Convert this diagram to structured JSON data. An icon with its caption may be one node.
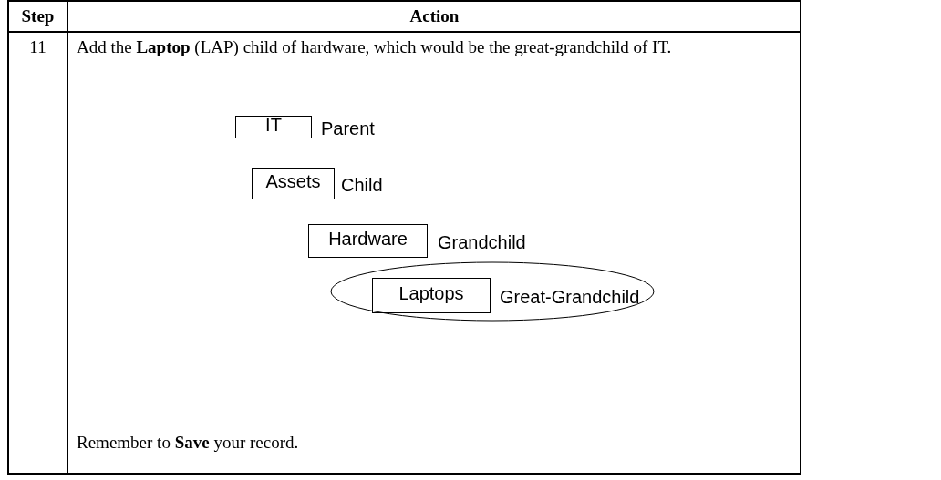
{
  "diagram": {
    "nodes": [
      {
        "text": [
          "IT"
        ],
        "beside": [
          "Parent"
        ]
      },
      {
        "text": [
          "Assets"
        ],
        "beside": [
          "Child"
        ]
      },
      {
        "text": [
          "Hardware"
        ],
        "beside": [
          "Grandchild"
        ]
      },
      {
        "text": [],
        "shape": "ellipse"
      },
      {
        "text": [
          "Laptops"
        ],
        "beside": [
          "Great-Grandchild"
        ],
        "in": 3
      }
    ],
    "edges": [],
    "labels": [
      "Step",
      "Action",
      "11",
      "Add the **Laptop** (LAP) child of hardware, which would be the great-grandchild of IT.",
      "Remember to **Save** your record."
    ]
  }
}
